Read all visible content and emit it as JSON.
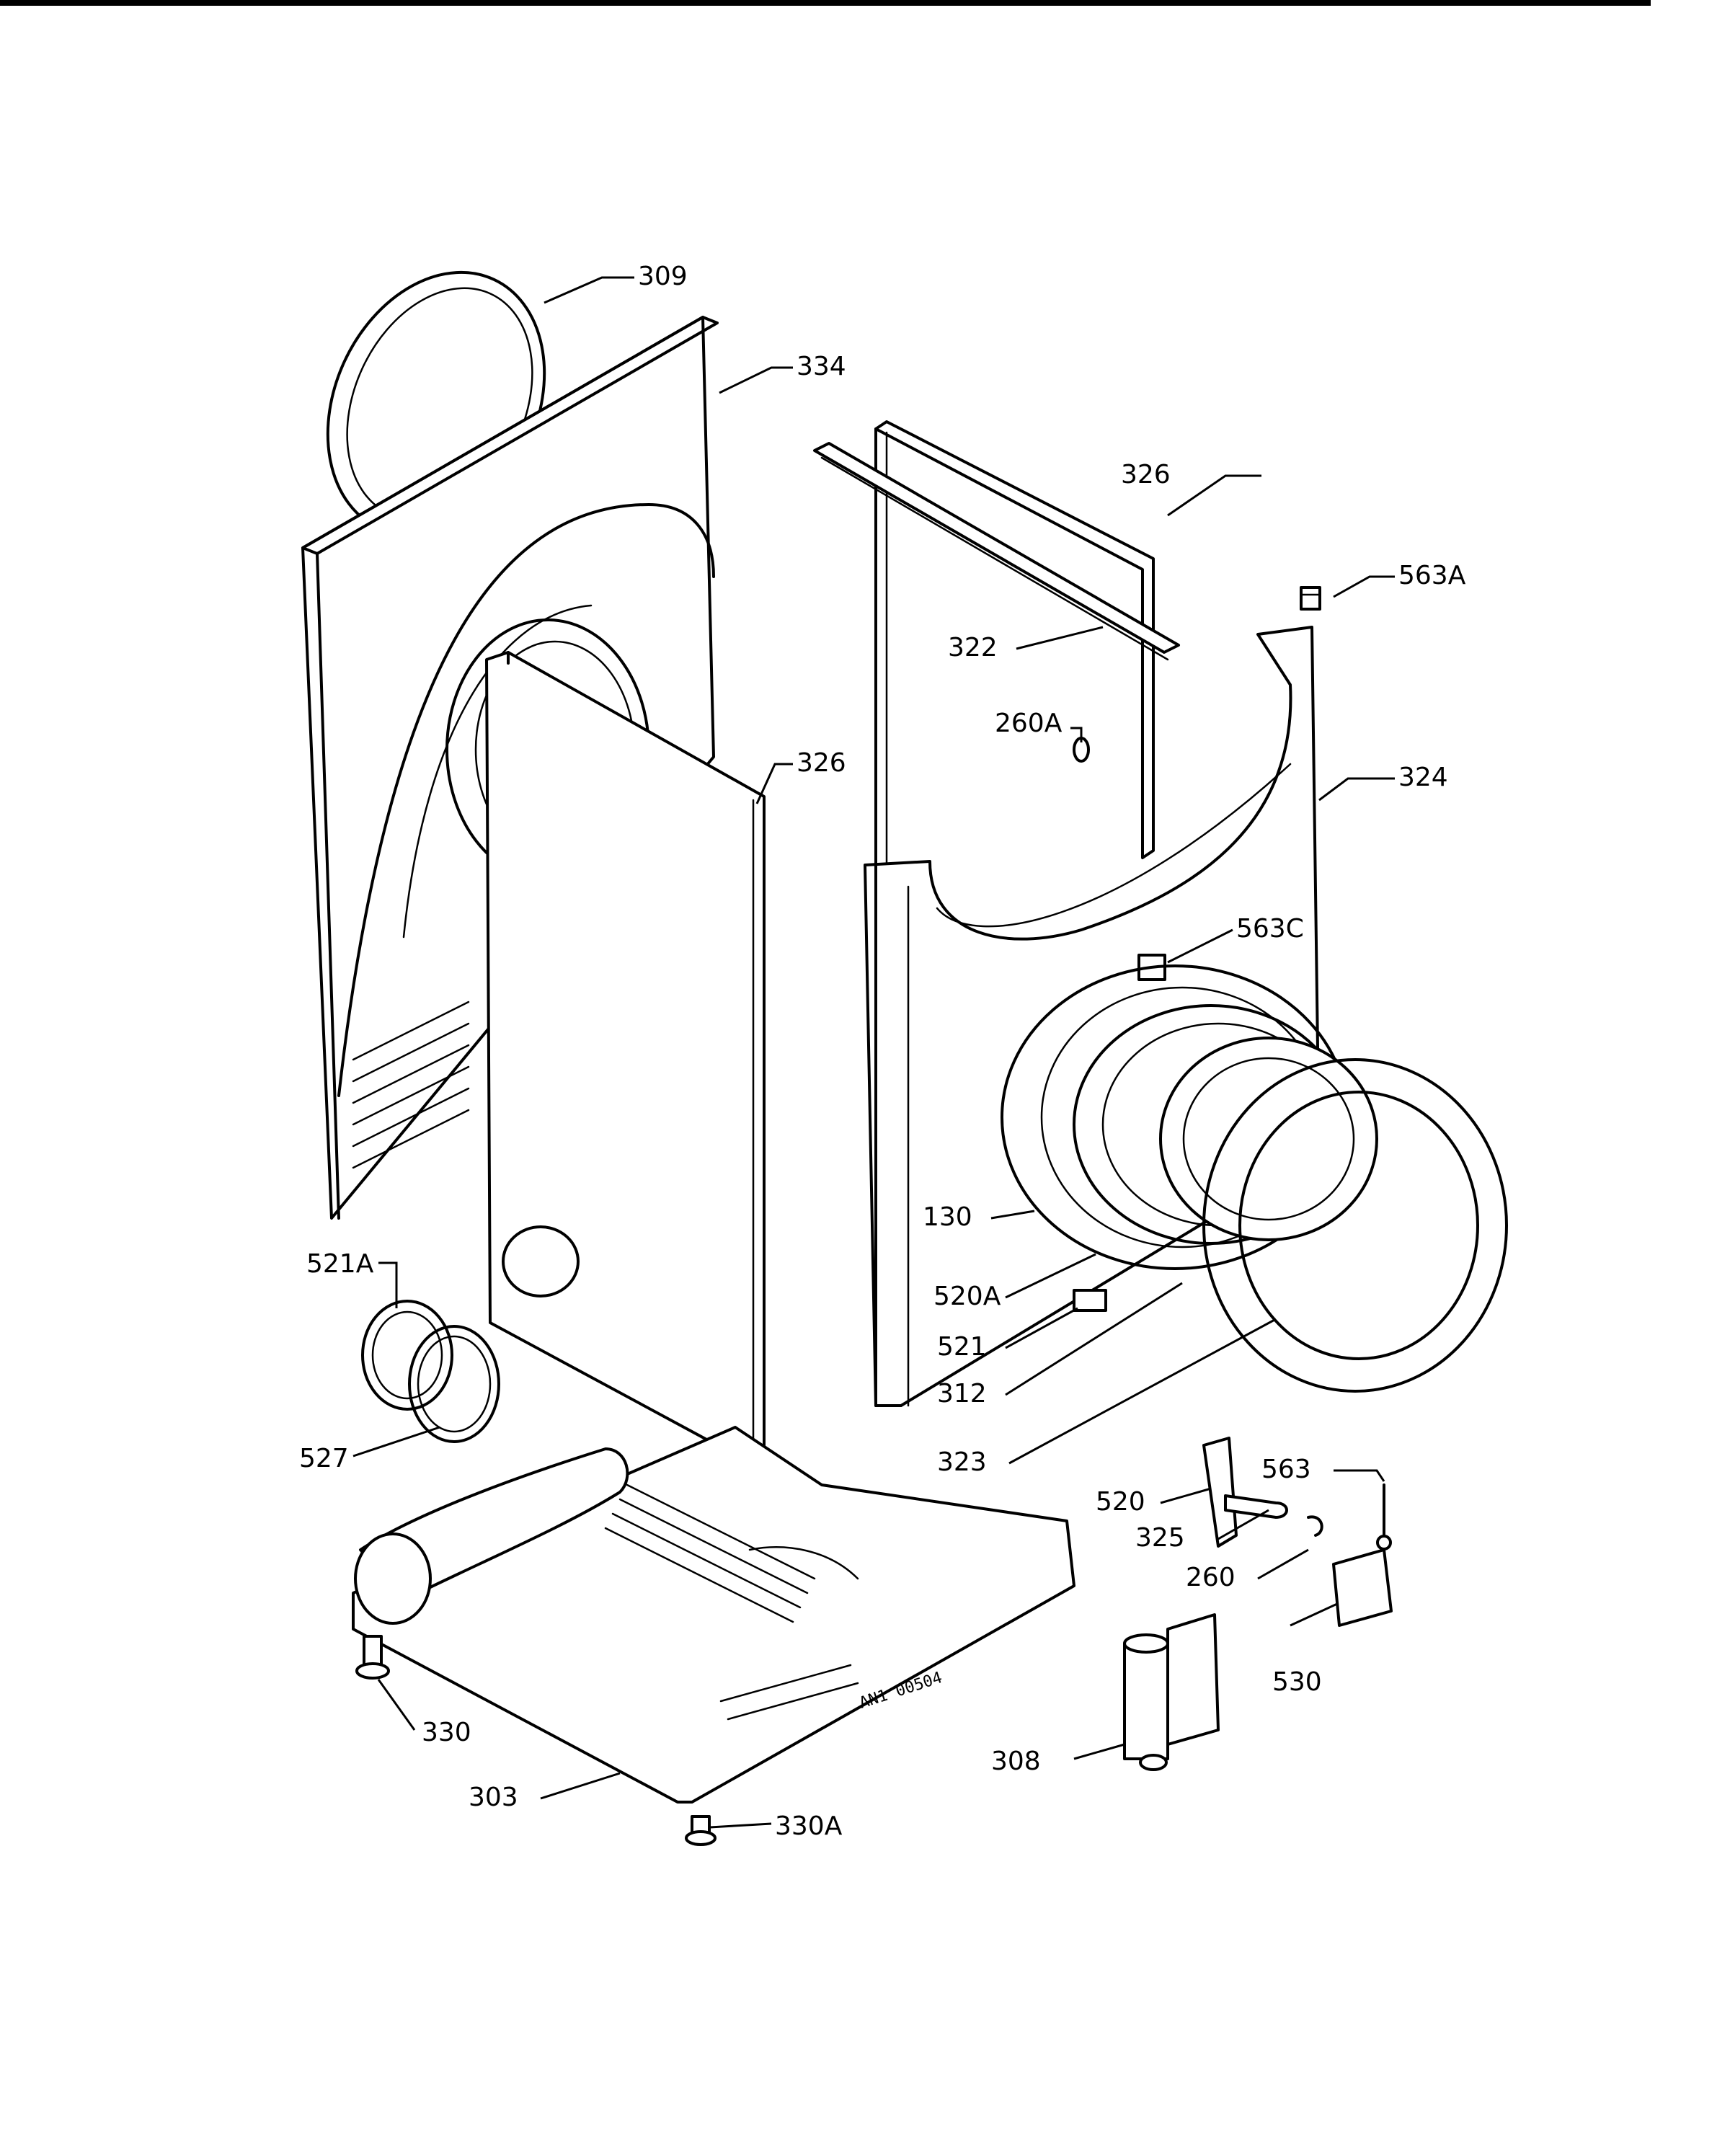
{
  "drawing_code": "AN1 00504",
  "labels": [
    {
      "id": "309",
      "text": "309"
    },
    {
      "id": "334",
      "text": "334"
    },
    {
      "id": "326a",
      "text": "326"
    },
    {
      "id": "563A",
      "text": "563A"
    },
    {
      "id": "322",
      "text": "322"
    },
    {
      "id": "260A",
      "text": "260A"
    },
    {
      "id": "326b",
      "text": "326"
    },
    {
      "id": "324",
      "text": "324"
    },
    {
      "id": "563C",
      "text": "563C"
    },
    {
      "id": "130",
      "text": "130"
    },
    {
      "id": "521A",
      "text": "521A"
    },
    {
      "id": "520A",
      "text": "520A"
    },
    {
      "id": "521",
      "text": "521"
    },
    {
      "id": "312",
      "text": "312"
    },
    {
      "id": "527",
      "text": "527"
    },
    {
      "id": "323",
      "text": "323"
    },
    {
      "id": "563",
      "text": "563"
    },
    {
      "id": "520",
      "text": "520"
    },
    {
      "id": "325",
      "text": "325"
    },
    {
      "id": "260",
      "text": "260"
    },
    {
      "id": "530",
      "text": "530"
    },
    {
      "id": "330",
      "text": "330"
    },
    {
      "id": "308",
      "text": "308"
    },
    {
      "id": "303",
      "text": "303"
    },
    {
      "id": "330A",
      "text": "330A"
    }
  ]
}
